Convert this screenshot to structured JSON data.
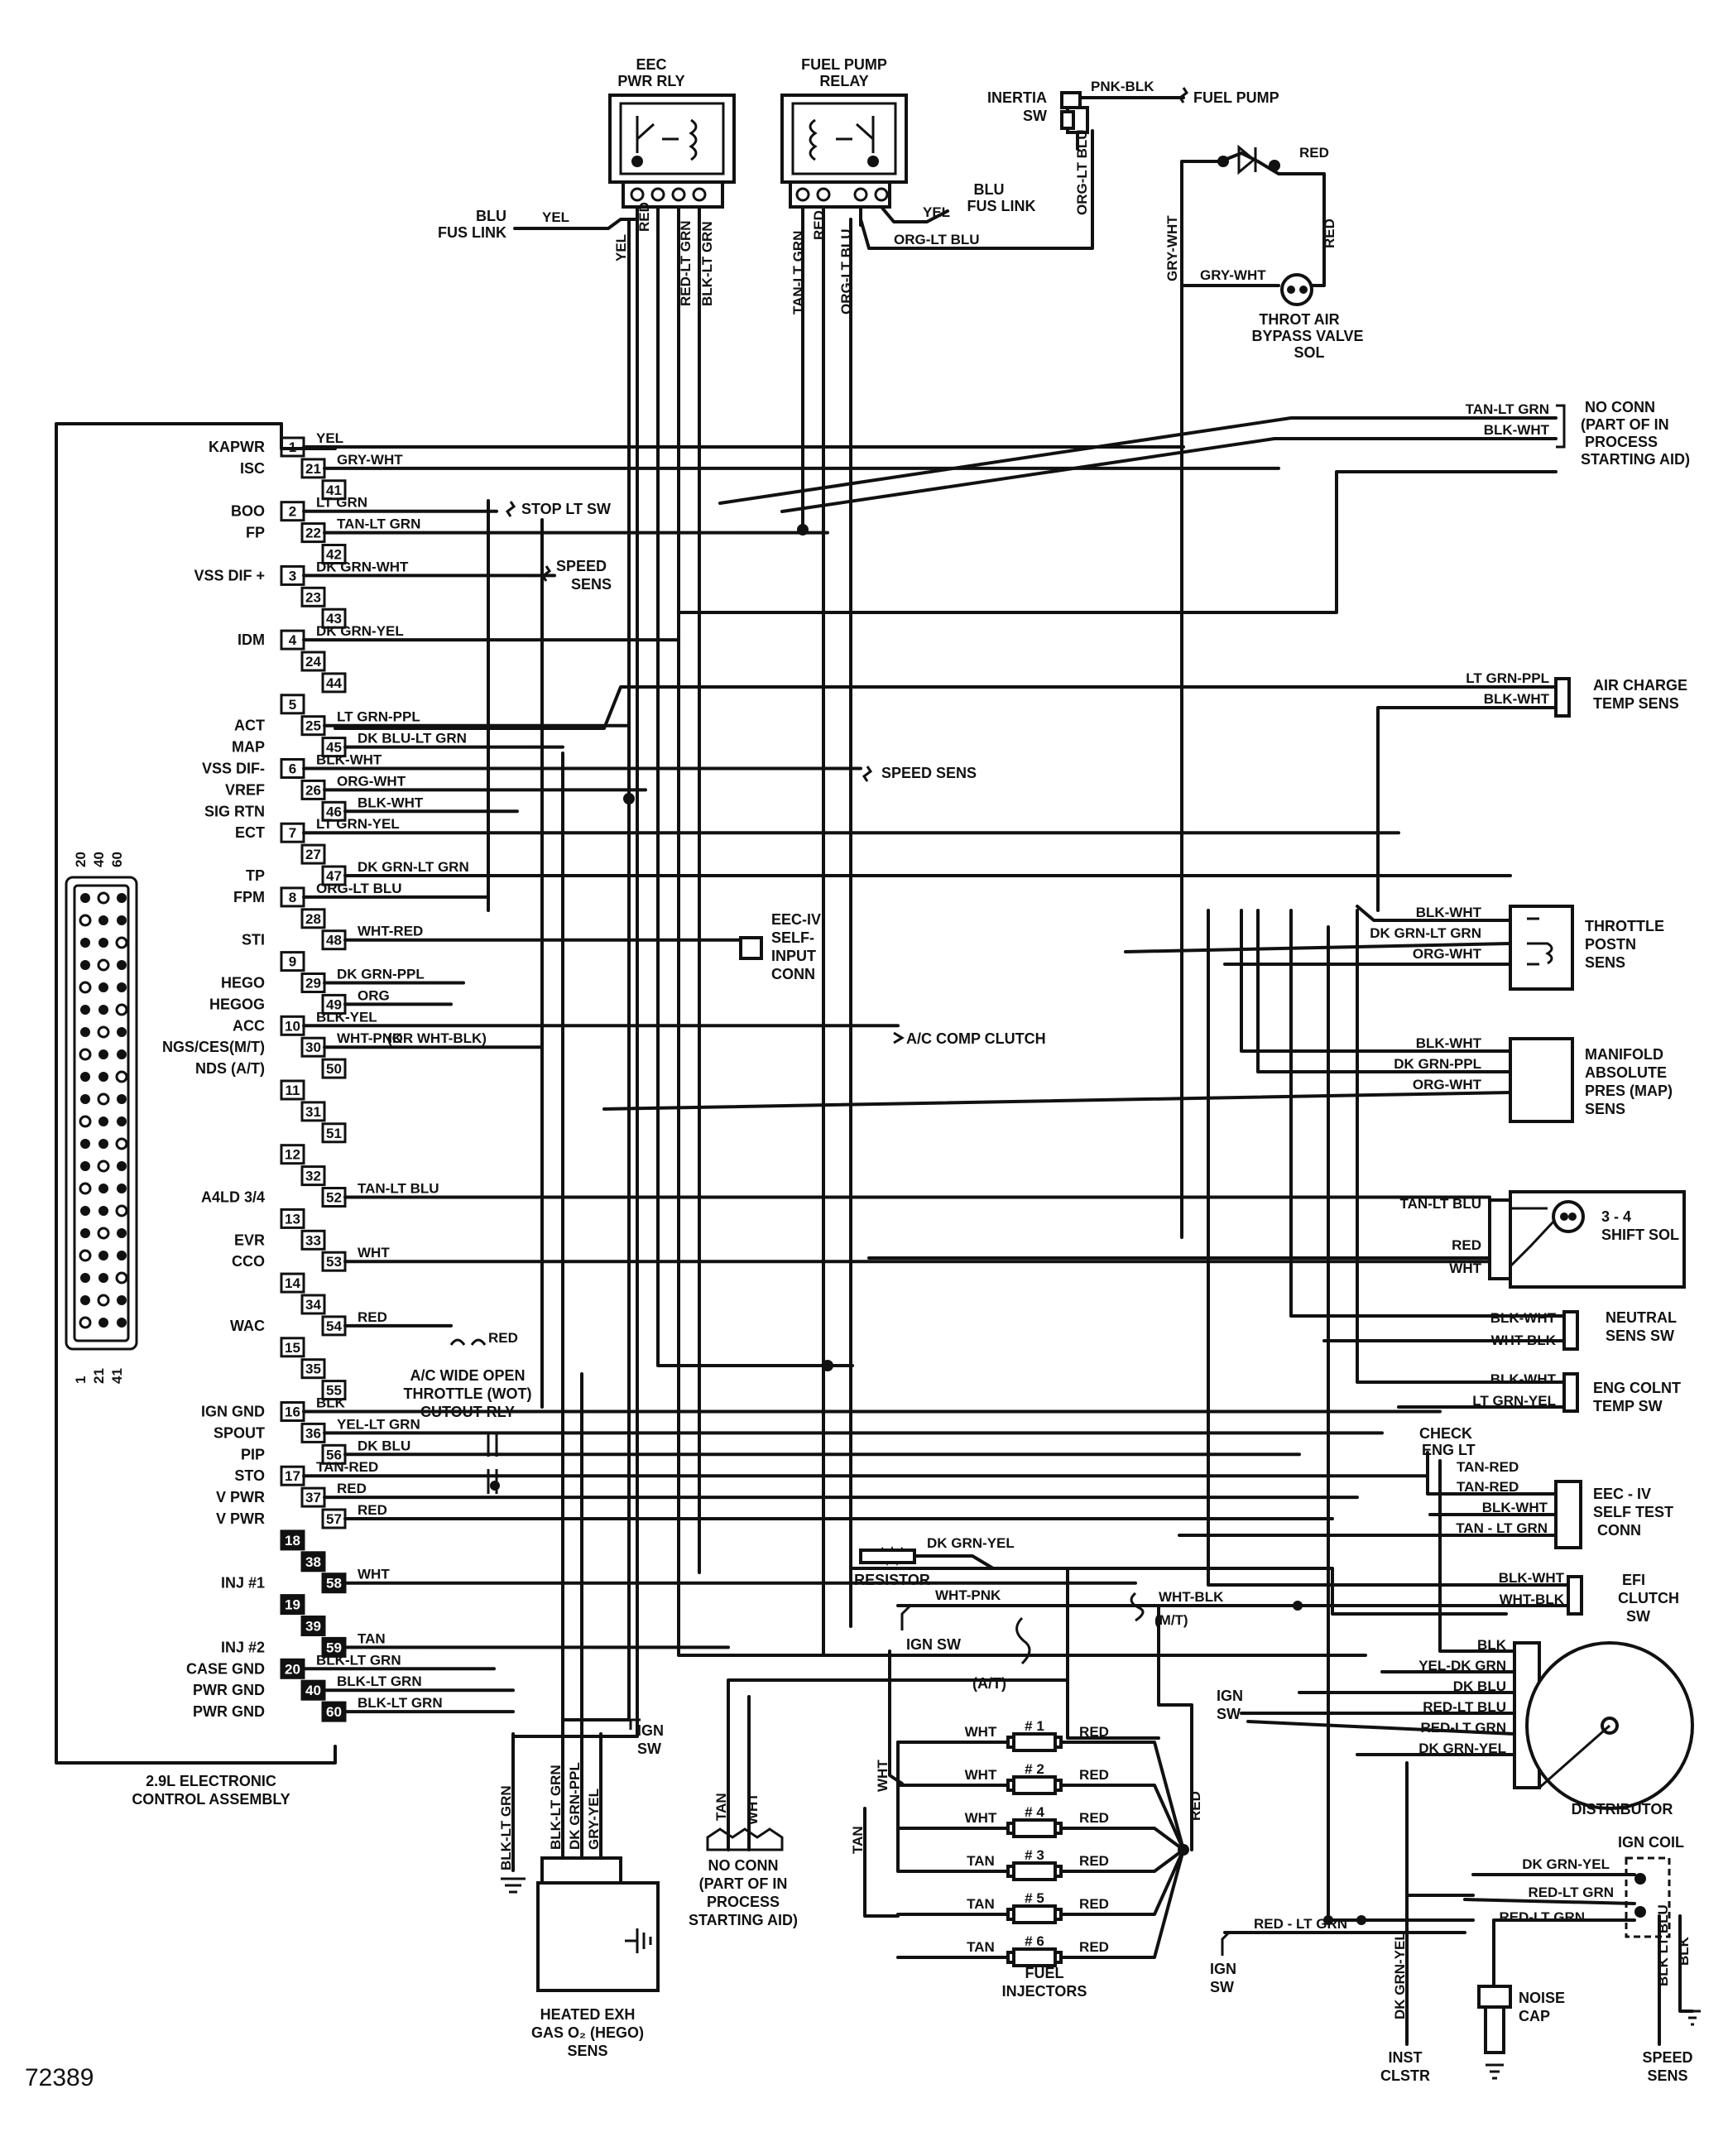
{
  "figure_id": "72389",
  "control_module": {
    "title_line1": "2.9L ELECTRONIC",
    "title_line2": "CONTROL ASSEMBLY",
    "connector_top_numbers": [
      "20",
      "40",
      "60"
    ],
    "connector_bottom_numbers": [
      "1",
      "21",
      "41"
    ]
  },
  "pins": [
    {
      "num": "1",
      "signal": "KAPWR",
      "wire": "YEL"
    },
    {
      "num": "21",
      "signal": "ISC",
      "wire": "GRY-WHT"
    },
    {
      "num": "41",
      "signal": "",
      "wire": ""
    },
    {
      "num": "2",
      "signal": "BOO",
      "wire": "LT GRN"
    },
    {
      "num": "22",
      "signal": "FP",
      "wire": "TAN-LT GRN"
    },
    {
      "num": "42",
      "signal": "",
      "wire": ""
    },
    {
      "num": "3",
      "signal": "VSS DIF +",
      "wire": "DK GRN-WHT"
    },
    {
      "num": "23",
      "signal": "",
      "wire": ""
    },
    {
      "num": "43",
      "signal": "",
      "wire": ""
    },
    {
      "num": "4",
      "signal": "IDM",
      "wire": "DK GRN-YEL"
    },
    {
      "num": "24",
      "signal": "",
      "wire": ""
    },
    {
      "num": "44",
      "signal": "",
      "wire": ""
    },
    {
      "num": "5",
      "signal": "",
      "wire": ""
    },
    {
      "num": "25",
      "signal": "ACT",
      "wire": "LT GRN-PPL"
    },
    {
      "num": "45",
      "signal": "MAP",
      "wire": "DK BLU-LT GRN"
    },
    {
      "num": "6",
      "signal": "VSS DIF-",
      "wire": "BLK-WHT"
    },
    {
      "num": "26",
      "signal": "VREF",
      "wire": "ORG-WHT"
    },
    {
      "num": "46",
      "signal": "SIG RTN",
      "wire": "BLK-WHT"
    },
    {
      "num": "7",
      "signal": "ECT",
      "wire": "LT GRN-YEL"
    },
    {
      "num": "27",
      "signal": "",
      "wire": ""
    },
    {
      "num": "47",
      "signal": "TP",
      "wire": "DK GRN-LT GRN"
    },
    {
      "num": "8",
      "signal": "FPM",
      "wire": "ORG-LT BLU"
    },
    {
      "num": "28",
      "signal": "",
      "wire": ""
    },
    {
      "num": "48",
      "signal": "STI",
      "wire": "WHT-RED"
    },
    {
      "num": "9",
      "signal": "",
      "wire": ""
    },
    {
      "num": "29",
      "signal": "HEGO",
      "wire": "DK GRN-PPL"
    },
    {
      "num": "49",
      "signal": "HEGOG",
      "wire": "ORG"
    },
    {
      "num": "10",
      "signal": "ACC",
      "wire": "BLK-YEL"
    },
    {
      "num": "30",
      "signal": "NGS/CES(M/T)",
      "wire": "WHT-PNK"
    },
    {
      "num": "50",
      "signal": "NDS (A/T)",
      "wire": ""
    },
    {
      "num": "11",
      "signal": "",
      "wire": ""
    },
    {
      "num": "31",
      "signal": "",
      "wire": ""
    },
    {
      "num": "51",
      "signal": "",
      "wire": ""
    },
    {
      "num": "12",
      "signal": "",
      "wire": ""
    },
    {
      "num": "32",
      "signal": "",
      "wire": ""
    },
    {
      "num": "52",
      "signal": "A4LD 3/4",
      "wire": "TAN-LT BLU"
    },
    {
      "num": "13",
      "signal": "",
      "wire": ""
    },
    {
      "num": "33",
      "signal": "EVR",
      "wire": ""
    },
    {
      "num": "53",
      "signal": "CCO",
      "wire": "WHT"
    },
    {
      "num": "14",
      "signal": "",
      "wire": ""
    },
    {
      "num": "34",
      "signal": "",
      "wire": ""
    },
    {
      "num": "54",
      "signal": "WAC",
      "wire": "RED"
    },
    {
      "num": "15",
      "signal": "",
      "wire": ""
    },
    {
      "num": "35",
      "signal": "",
      "wire": ""
    },
    {
      "num": "55",
      "signal": "",
      "wire": ""
    },
    {
      "num": "16",
      "signal": "IGN GND",
      "wire": "BLK"
    },
    {
      "num": "36",
      "signal": "SPOUT",
      "wire": "YEL-LT GRN"
    },
    {
      "num": "56",
      "signal": "PIP",
      "wire": "DK BLU"
    },
    {
      "num": "17",
      "signal": "STO",
      "wire": "TAN-RED"
    },
    {
      "num": "37",
      "signal": "V PWR",
      "wire": "RED"
    },
    {
      "num": "57",
      "signal": "V PWR",
      "wire": "RED"
    },
    {
      "num": "18",
      "signal": "",
      "wire": ""
    },
    {
      "num": "38",
      "signal": "",
      "wire": ""
    },
    {
      "num": "58",
      "signal": "INJ #1",
      "wire": "WHT"
    },
    {
      "num": "19",
      "signal": "",
      "wire": ""
    },
    {
      "num": "39",
      "signal": "",
      "wire": ""
    },
    {
      "num": "59",
      "signal": "INJ #2",
      "wire": "TAN"
    },
    {
      "num": "20",
      "signal": "CASE GND",
      "wire": "BLK-LT GRN"
    },
    {
      "num": "40",
      "signal": "PWR GND",
      "wire": "BLK-LT GRN"
    },
    {
      "num": "60",
      "signal": "PWR GND",
      "wire": "BLK-LT GRN"
    }
  ],
  "wire_notes": {
    "pin30_alt": "(OR WHT-BLK)"
  },
  "top_relays": {
    "eec_relay_line1": "EEC",
    "eec_relay_line2": "PWR RLY",
    "fuel_relay_line1": "FUEL PUMP",
    "fuel_relay_line2": "RELAY",
    "eec_fus_link_line1": "BLU",
    "eec_fus_link_line2": "FUS LINK",
    "eec_in_wire": "YEL",
    "eec_wires": [
      "YEL",
      "RED",
      "RED-LT GRN",
      "BLK-LT GRN"
    ],
    "fuel_wires": [
      "TAN-LT GRN",
      "RED",
      "ORG-LT BLU"
    ],
    "fuel_yel": "YEL",
    "fuel_fus_link_line1": "BLU",
    "fuel_fus_link_line2": "FUS LINK",
    "fuel_org": "ORG-LT BLU",
    "inertia_line1": "INERTIA",
    "inertia_line2": "SW",
    "inertia_wire": "PNK-BLK",
    "fuel_pump": "FUEL PUMP",
    "inertia_vert_wire": "ORG-LT BLU"
  },
  "throttle_air": {
    "red": "RED",
    "red2": "RED",
    "gry_vert": "GRY-WHT",
    "gry_horiz": "GRY-WHT",
    "line1": "THROT AIR",
    "line2": "BYPASS VALVE",
    "line3": "SOL"
  },
  "components": {
    "stop_lt_sw": "STOP LT SW",
    "speed_sens_1": "SPEED",
    "speed_sens_1b": "SENS",
    "speed_sens_2": "SPEED  SENS",
    "self_input_line1": "EEC-IV",
    "self_input_line2": "SELF-",
    "self_input_line3": "INPUT",
    "self_input_line4": "CONN",
    "ac_comp_clutch": "A/C COMP CLUTCH",
    "wot_red": "RED",
    "wot_line1": "A/C WIDE OPEN",
    "wot_line2": "THROTTLE (WOT)",
    "wot_line3": "CUTOUT RLY"
  },
  "right_side": {
    "no_conn_top": [
      "NO CONN",
      "(PART OF IN",
      "PROCESS",
      "STARTING AID)"
    ],
    "no_conn_top_wires": [
      "TAN-LT GRN",
      "BLK-WHT"
    ],
    "air_charge": [
      "AIR CHARGE",
      "TEMP SENS"
    ],
    "air_charge_wires": [
      "LT GRN-PPL",
      "BLK-WHT"
    ],
    "tps": [
      "THROTTLE",
      "POSTN",
      "SENS"
    ],
    "tps_wires": [
      "BLK-WHT",
      "DK GRN-LT GRN",
      "ORG-WHT"
    ],
    "map": [
      "MANIFOLD",
      "ABSOLUTE",
      "PRES (MAP)",
      "SENS"
    ],
    "map_wires": [
      "BLK-WHT",
      "DK GRN-PPL",
      "ORG-WHT"
    ],
    "shift": [
      "3 - 4",
      "SHIFT SOL"
    ],
    "shift_wires": [
      "TAN-LT BLU",
      "RED",
      "WHT"
    ],
    "neutral": [
      "NEUTRAL",
      "SENS SW"
    ],
    "neutral_wires": [
      "BLK-WHT",
      "WHT-BLK"
    ],
    "ect": [
      "ENG COLNT",
      "TEMP  SW"
    ],
    "ect_wires": [
      "BLK-WHT",
      "LT GRN-YEL"
    ],
    "check_eng": [
      "CHECK",
      "ENG LT"
    ],
    "self_test": [
      "EEC - IV",
      "SELF TEST",
      "CONN"
    ],
    "self_test_wires": [
      "TAN-RED",
      "TAN-RED",
      "BLK-WHT",
      "TAN - LT GRN"
    ],
    "efi_clutch": [
      "EFI",
      "CLUTCH",
      "SW"
    ],
    "efi_wires": [
      "BLK-WHT",
      "WHT-BLK"
    ],
    "distributor": "DISTRIBUTOR",
    "dist_wires": [
      "BLK",
      "YEL-DK GRN",
      "DK BLU",
      "RED-LT BLU",
      "RED-LT GRN",
      "DK GRN-YEL"
    ],
    "ign_sw_dist_line1": "IGN",
    "ign_sw_dist_line2": "SW",
    "ign_coil": "IGN COIL",
    "coil_wires": [
      "DK GRN-YEL",
      "RED-LT GRN",
      "RED-LT GRN"
    ],
    "coil_vert_wires": [
      "BLK LT BLU",
      "BLK"
    ],
    "red_lt_grn_bottom": "RED - LT GRN",
    "ign_sw_bottom_line1": "IGN",
    "ign_sw_bottom_line2": "SW",
    "dk_grn_yel_vert": "DK GRN-YEL",
    "inst_clstr_line1": "INST",
    "inst_clstr_line2": "CLSTR",
    "noise_cap_line1": "NOISE",
    "noise_cap_line2": "CAP",
    "speed_sens_bottom_line1": "SPEED",
    "speed_sens_bottom_line2": "SENS"
  },
  "center_bottom": {
    "resistor": "RESISTOR",
    "resistor_wire": "DK GRN-YEL",
    "wht_pnk": "WHT-PNK",
    "ign_sw": "IGN SW",
    "at": "(A/T)",
    "wht_blk": "WHT-BLK",
    "mt": "(M/T)",
    "wht_vert": "WHT",
    "tan_vert": "TAN",
    "red_vert": "RED",
    "injectors": [
      {
        "wire_in": "WHT",
        "num": "# 1",
        "wire_out": "RED"
      },
      {
        "wire_in": "WHT",
        "num": "# 2",
        "wire_out": "RED"
      },
      {
        "wire_in": "WHT",
        "num": "# 4",
        "wire_out": "RED"
      },
      {
        "wire_in": "TAN",
        "num": "# 3",
        "wire_out": "RED"
      },
      {
        "wire_in": "TAN",
        "num": "# 5",
        "wire_out": "RED"
      },
      {
        "wire_in": "TAN",
        "num": "# 6",
        "wire_out": "RED"
      }
    ],
    "fuel_injectors_line1": "FUEL",
    "fuel_injectors_line2": "INJECTORS",
    "no_conn": [
      "NO CONN",
      "(PART OF IN",
      "PROCESS",
      "STARTING AID)"
    ],
    "no_conn_wires": [
      "TAN",
      "WHT"
    ]
  },
  "bottom_left": {
    "ign_sw_line1": "IGN",
    "ign_sw_line2": "SW",
    "hego_wires": [
      "BLK-LT GRN",
      "BLK-LT GRN",
      "DK GRN-PPL",
      "GRY-YEL"
    ],
    "hego_line1": "HEATED EXH",
    "hego_line2": "GAS O₂ (HEGO)",
    "hego_line3": "SENS"
  }
}
